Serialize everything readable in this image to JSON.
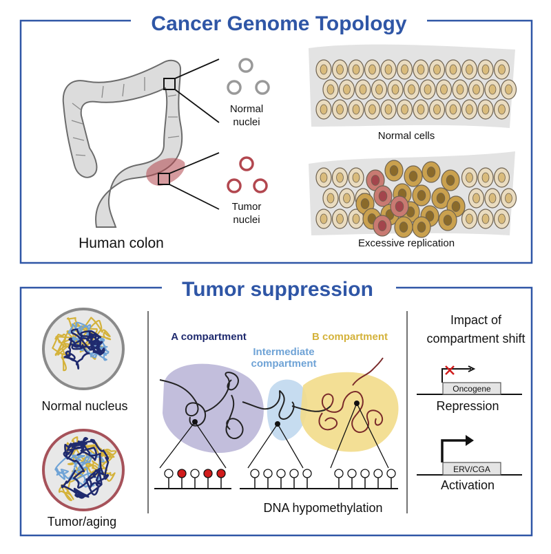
{
  "panels": {
    "top": {
      "title": "Cancer Genome Topology"
    },
    "bottom": {
      "title": "Tumor suppression"
    }
  },
  "colon": {
    "label": "Human colon",
    "normal_nuclei_label": [
      "Normal",
      "nuclei"
    ],
    "tumor_nuclei_label": [
      "Tumor",
      "nuclei"
    ]
  },
  "tissue": {
    "normal_label": "Normal cells",
    "tumor_label": "Excessive replication"
  },
  "nuclei_panel": {
    "normal_label": "Normal nucleus",
    "tumor_label": "Tumor/aging"
  },
  "compartments": {
    "a_label": "A compartment",
    "intermediate_label": [
      "Intermediate",
      "compartment"
    ],
    "b_label": "B compartment",
    "methylation_label": "DNA hypomethylation",
    "a_methylation_states": [
      "unmethylated",
      "methylated",
      "unmethylated",
      "methylated",
      "methylated"
    ],
    "intermediate_methylation_states": [
      "unmethylated",
      "unmethylated",
      "unmethylated",
      "unmethylated",
      "unmethylated"
    ],
    "b_methylation_states": [
      "unmethylated",
      "unmethylated",
      "unmethylated",
      "unmethylated",
      "unmethylated"
    ]
  },
  "impact": {
    "title": [
      "Impact of",
      "compartment shift"
    ],
    "repression_gene": "Oncogene",
    "repression_label": "Repression",
    "activation_gene": "ERV/CGA",
    "activation_label": "Activation"
  },
  "colors": {
    "frame_blue": "#2f56a6",
    "title_blue": "#2f56a6",
    "a_compartment": "#1f2a6e",
    "intermediate": "#6fa3d6",
    "b_compartment": "#d4b23a",
    "a_blob": "#b7b3d6",
    "intermediate_blob": "#c6dcf0",
    "b_blob": "#f2dc8a",
    "methyl_red": "#d01c1c",
    "tumor_red": "#b2474f",
    "cell_fill": "#eadcc0",
    "cell_stroke": "#6e6250",
    "nucleus_fill": "#d9bb7c",
    "tumor_cell": "#caa14e",
    "tumor_cell_pink": "#c97a72",
    "colon_fill": "#dcdcdc",
    "colon_stroke": "#6b6b6b"
  }
}
